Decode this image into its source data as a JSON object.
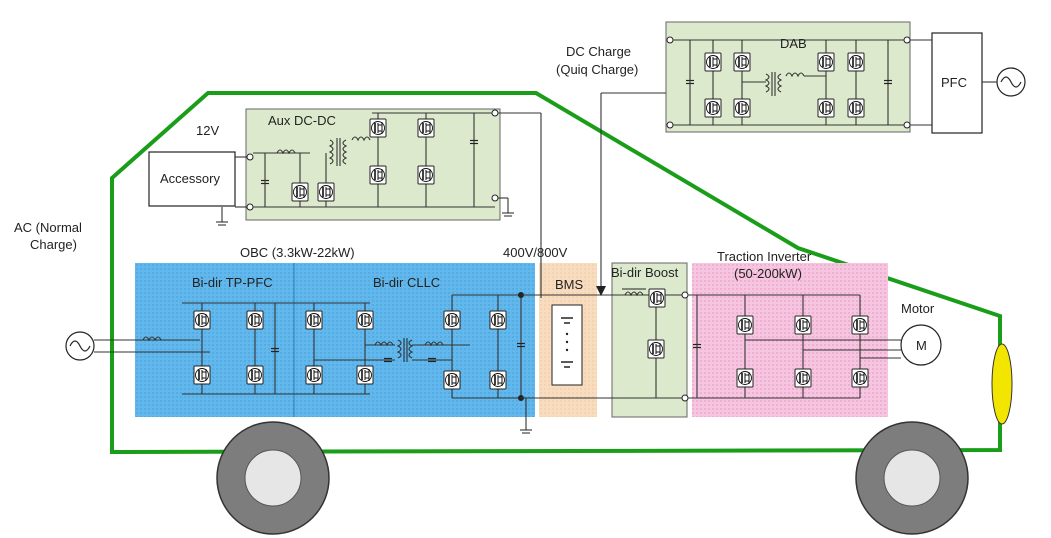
{
  "labels": {
    "ac_line1": "AC (Normal",
    "ac_line2": "Charge)",
    "v12": "12V",
    "accessory": "Accessory",
    "aux": "Aux DC-DC",
    "obc": "OBC (3.3kW-22kW)",
    "tppfc": "Bi-dir TP-PFC",
    "cllc": "Bi-dir CLLC",
    "vbus": "400V/800V",
    "bms": "BMS",
    "boost": "Bi-dir Boost",
    "traction1": "Traction Inverter",
    "traction2": "(50-200kW)",
    "motor": "Motor",
    "motor_symbol": "M",
    "dc_charge1": "DC Charge",
    "dc_charge2": "(Quiq Charge)",
    "dab": "DAB",
    "pfc": "PFC"
  },
  "colors": {
    "vehicle_outline": "#1a9e1a",
    "obc_fill": "#5ab4ea",
    "bms_fill": "#f6d2b0",
    "converter_fill": "#dde9cc",
    "inverter_fill": "#f3b4d6",
    "headlight": "#f2e600",
    "wheel": "#9a9a9a"
  }
}
